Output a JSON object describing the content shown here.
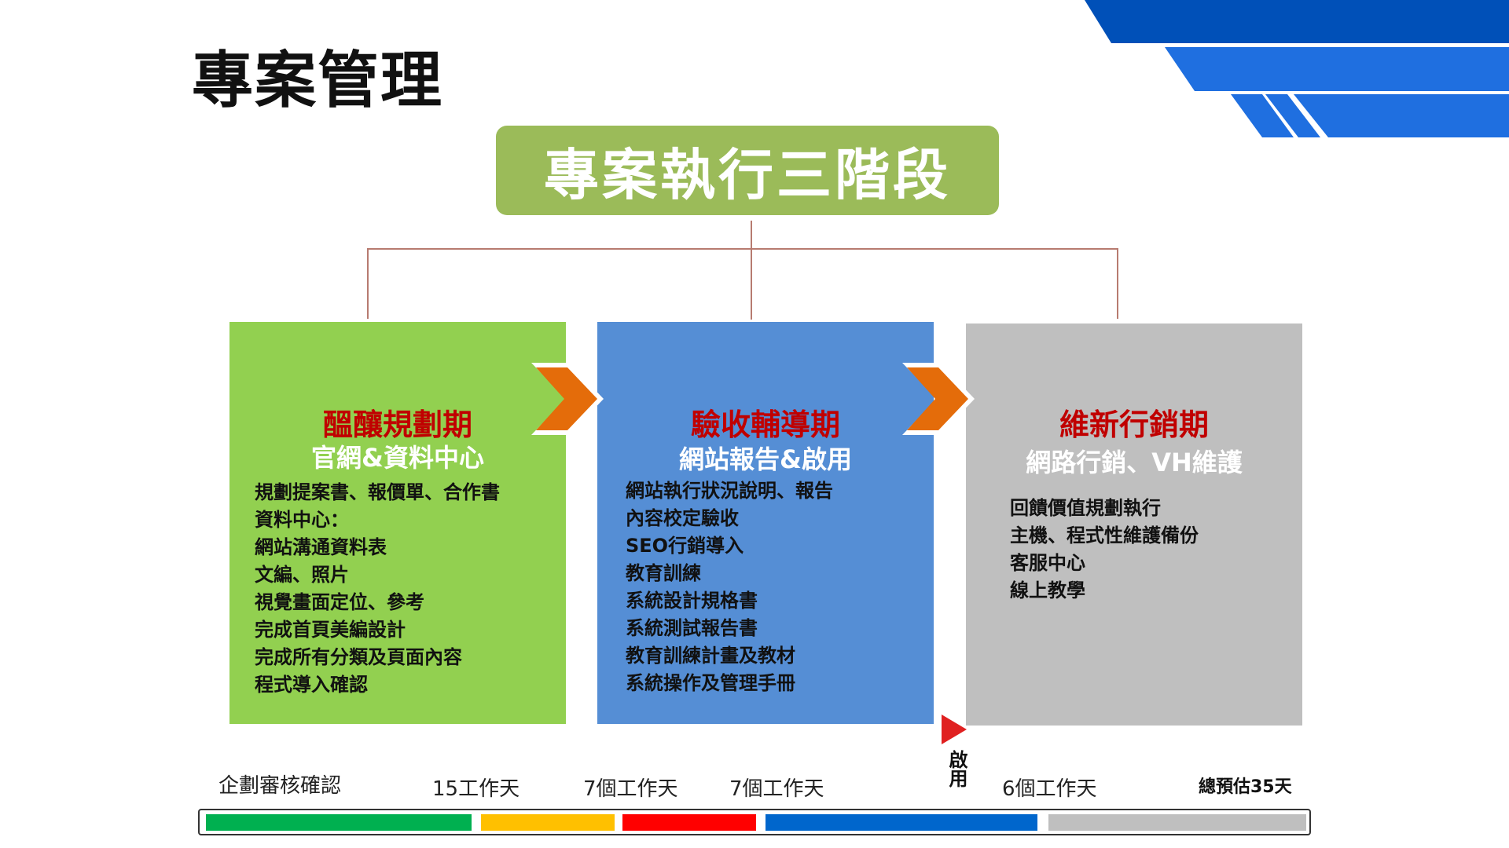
{
  "page": {
    "title": "專案管理"
  },
  "diagram": {
    "main_title": "專案執行三階段",
    "colors": {
      "main": "#9bbb59",
      "phase1": "#92d050",
      "phase2": "#558ed5",
      "phase3": "#bfbfbf",
      "accent_red": "#c00000",
      "arrow_orange": "#e46c0a"
    },
    "phases": [
      {
        "title": "醞釀規劃期",
        "subtitle": "官網&資料中心",
        "items": [
          "規劃提案書、報價單、合作書",
          "資料中心：",
          "網站溝通資料表",
          "文編、照片",
          "視覺畫面定位、參考",
          "完成首頁美編設計",
          "完成所有分類及頁面內容",
          "程式導入確認"
        ]
      },
      {
        "title": "驗收輔導期",
        "subtitle": "網站報告&啟用",
        "items": [
          "網站執行狀況說明、報告",
          "內容校定驗收",
          "SEO行銷導入",
          "教育訓練",
          "系統設計規格書",
          "系統測試報告書",
          "教育訓練計畫及教材",
          "系統操作及管理手冊"
        ]
      },
      {
        "title": "維新行銷期",
        "subtitle": "網路行銷、VH維護",
        "items": [
          "回饋價值規劃執行",
          "主機、程式性維護備份",
          "客服中心",
          "線上教學"
        ]
      }
    ]
  },
  "timeline": {
    "labels": [
      "企劃審核確認",
      "15工作天",
      "7個工作天",
      "7個工作天",
      "6個工作天"
    ],
    "launch_label": "啟用",
    "total_label": "總預估35天",
    "segment_colors": [
      "#00b050",
      "#ffc000",
      "#ff0000",
      "#0066cc",
      "#bfbfbf"
    ]
  }
}
